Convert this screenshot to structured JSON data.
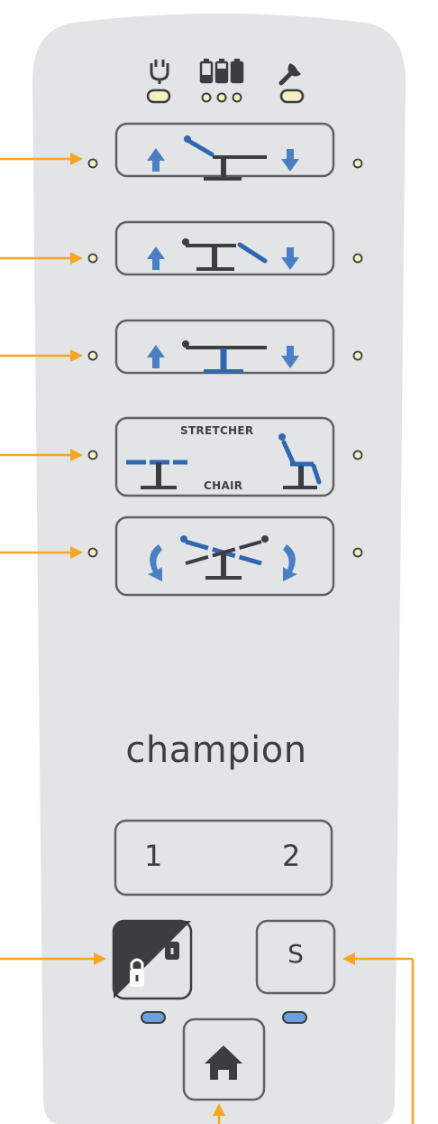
{
  "brand": {
    "name": "champion"
  },
  "status_icons": [
    {
      "name": "power-plug-icon"
    },
    {
      "name": "battery-level-icon"
    },
    {
      "name": "wrench-service-icon"
    }
  ],
  "buttons": {
    "back_tilt": {
      "name": "back-tilt-button"
    },
    "leg_tilt": {
      "name": "leg-tilt-button"
    },
    "height": {
      "name": "height-button"
    },
    "stretcher_chair": {
      "stretcher_label": "STRETCHER",
      "chair_label": "CHAIR"
    },
    "trend": {
      "name": "trendelenburg-button"
    },
    "memory": {
      "label_1": "1",
      "label_2": "2"
    },
    "lock": {
      "name": "lock-unlock-button"
    },
    "s": {
      "label": "S"
    },
    "home": {
      "name": "home-button"
    }
  },
  "colors": {
    "panel": "#e3e4e6",
    "outline": "#5d6166",
    "blue": "#2f67b0",
    "dark": "#3a3e43",
    "arrow": "#f5a623",
    "indicator_blue": "#6f9fd8",
    "indicator_yellow": "#f6f0c0"
  }
}
